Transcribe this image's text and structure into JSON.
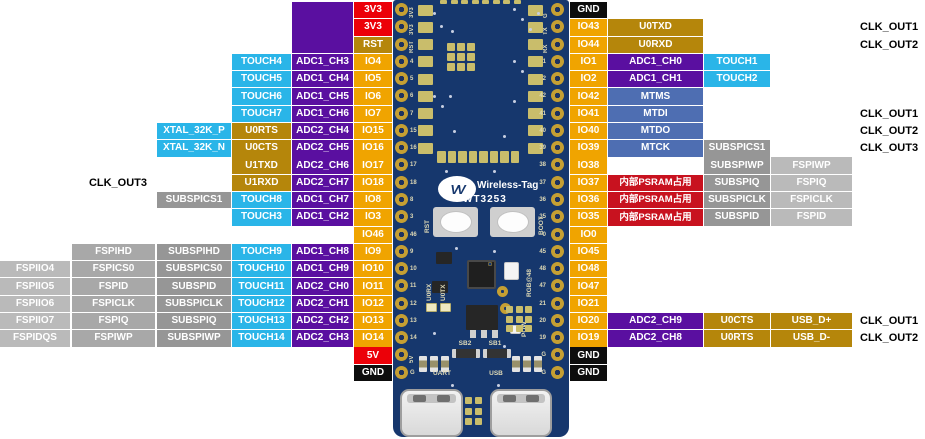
{
  "colors": {
    "red": "#ec0008",
    "orange": "#f0a400",
    "gold": "#b5860b",
    "purple": "#5a0fa0",
    "cyan": "#2ab5e8",
    "blue": "#4e6eb2",
    "crimson": "#c8121f",
    "black": "#0d0d0d",
    "grayDark": "#969696",
    "grayMid": "#a8a8a8",
    "grayLight": "#bababa"
  },
  "left_rows": [
    {
      "io": [
        "3V3",
        "red"
      ]
    },
    {
      "io": [
        "3V3",
        "red"
      ]
    },
    {
      "io": [
        "RST",
        "gold"
      ]
    },
    {
      "io": [
        "IO4",
        "orange"
      ],
      "adc": [
        "ADC1_CH3",
        "purple"
      ],
      "touch": [
        "TOUCH4",
        "cyan"
      ]
    },
    {
      "io": [
        "IO5",
        "orange"
      ],
      "adc": [
        "ADC1_CH4",
        "purple"
      ],
      "touch": [
        "TOUCH5",
        "cyan"
      ]
    },
    {
      "io": [
        "IO6",
        "orange"
      ],
      "adc": [
        "ADC1_CH5",
        "purple"
      ],
      "touch": [
        "TOUCH6",
        "cyan"
      ]
    },
    {
      "io": [
        "IO7",
        "orange"
      ],
      "adc": [
        "ADC1_CH6",
        "purple"
      ],
      "touch": [
        "TOUCH7",
        "cyan"
      ]
    },
    {
      "io": [
        "IO15",
        "orange"
      ],
      "adc": [
        "ADC2_CH4",
        "purple"
      ],
      "touch": [
        "U0RTS",
        "gold"
      ],
      "sub": [
        "XTAL_32K_P",
        "cyan"
      ]
    },
    {
      "io": [
        "IO16",
        "orange"
      ],
      "adc": [
        "ADC2_CH5",
        "purple"
      ],
      "touch": [
        "U0CTS",
        "gold"
      ],
      "sub": [
        "XTAL_32K_N",
        "cyan"
      ]
    },
    {
      "io": [
        "IO17",
        "orange"
      ],
      "adc": [
        "ADC2_CH6",
        "purple"
      ],
      "touch": [
        "U1TXD",
        "gold"
      ]
    },
    {
      "io": [
        "IO18",
        "orange"
      ],
      "adc": [
        "ADC2_CH7",
        "purple"
      ],
      "touch": [
        "U1RXD",
        "gold"
      ],
      "note": "CLK_OUT3"
    },
    {
      "io": [
        "IO8",
        "orange"
      ],
      "adc": [
        "ADC1_CH7",
        "purple"
      ],
      "touch": [
        "TOUCH8",
        "cyan"
      ],
      "sub": [
        "SUBSPICS1",
        "grayDark"
      ]
    },
    {
      "io": [
        "IO3",
        "orange"
      ],
      "adc": [
        "ADC1_CH2",
        "purple"
      ],
      "touch": [
        "TOUCH3",
        "cyan"
      ]
    },
    {
      "io": [
        "IO46",
        "orange"
      ]
    },
    {
      "io": [
        "IO9",
        "orange"
      ],
      "adc": [
        "ADC1_CH8",
        "purple"
      ],
      "touch": [
        "TOUCH9",
        "cyan"
      ],
      "sub": [
        "SUBSPIHD",
        "grayDark"
      ],
      "fspi": [
        "FSPIHD",
        "grayMid"
      ]
    },
    {
      "io": [
        "IO10",
        "orange"
      ],
      "adc": [
        "ADC1_CH9",
        "purple"
      ],
      "touch": [
        "TOUCH10",
        "cyan"
      ],
      "sub": [
        "SUBSPICS0",
        "grayDark"
      ],
      "fspi": [
        "FSPICS0",
        "grayMid"
      ],
      "fspiio": [
        "FSPIIO4",
        "grayLight"
      ]
    },
    {
      "io": [
        "IO11",
        "orange"
      ],
      "adc": [
        "ADC2_CH0",
        "purple"
      ],
      "touch": [
        "TOUCH11",
        "cyan"
      ],
      "sub": [
        "SUBSPID",
        "grayDark"
      ],
      "fspi": [
        "FSPID",
        "grayMid"
      ],
      "fspiio": [
        "FSPIIO5",
        "grayLight"
      ]
    },
    {
      "io": [
        "IO12",
        "orange"
      ],
      "adc": [
        "ADC2_CH1",
        "purple"
      ],
      "touch": [
        "TOUCH12",
        "cyan"
      ],
      "sub": [
        "SUBSPICLK",
        "grayDark"
      ],
      "fspi": [
        "FSPICLK",
        "grayMid"
      ],
      "fspiio": [
        "FSPIIO6",
        "grayLight"
      ]
    },
    {
      "io": [
        "IO13",
        "orange"
      ],
      "adc": [
        "ADC2_CH2",
        "purple"
      ],
      "touch": [
        "TOUCH13",
        "cyan"
      ],
      "sub": [
        "SUBSPIQ",
        "grayDark"
      ],
      "fspi": [
        "FSPIQ",
        "grayMid"
      ],
      "fspiio": [
        "FSPIIO7",
        "grayLight"
      ]
    },
    {
      "io": [
        "IO14",
        "orange"
      ],
      "adc": [
        "ADC2_CH3",
        "purple"
      ],
      "touch": [
        "TOUCH14",
        "cyan"
      ],
      "sub": [
        "SUBSPIWP",
        "grayDark"
      ],
      "fspi": [
        "FSPIWP",
        "grayMid"
      ],
      "fspiio": [
        "FSPIDQS",
        "grayLight"
      ]
    },
    {
      "io": [
        "5V",
        "red"
      ]
    },
    {
      "io": [
        "GND",
        "black"
      ]
    }
  ],
  "right_rows": [
    {
      "io": [
        "GND",
        "black"
      ]
    },
    {
      "io": [
        "IO43",
        "orange"
      ],
      "c2": [
        "U0TXD",
        "gold"
      ],
      "note": "CLK_OUT1"
    },
    {
      "io": [
        "IO44",
        "orange"
      ],
      "c2": [
        "U0RXD",
        "gold"
      ],
      "note": "CLK_OUT2"
    },
    {
      "io": [
        "IO1",
        "orange"
      ],
      "c2": [
        "ADC1_CH0",
        "purple"
      ],
      "c3": [
        "TOUCH1",
        "cyan"
      ]
    },
    {
      "io": [
        "IO2",
        "orange"
      ],
      "c2": [
        "ADC1_CH1",
        "purple"
      ],
      "c3": [
        "TOUCH2",
        "cyan"
      ]
    },
    {
      "io": [
        "IO42",
        "orange"
      ],
      "c2": [
        "MTMS",
        "blue"
      ]
    },
    {
      "io": [
        "IO41",
        "orange"
      ],
      "c2": [
        "MTDI",
        "blue"
      ],
      "note": "CLK_OUT1"
    },
    {
      "io": [
        "IO40",
        "orange"
      ],
      "c2": [
        "MTDO",
        "blue"
      ],
      "note": "CLK_OUT2"
    },
    {
      "io": [
        "IO39",
        "orange"
      ],
      "c2": [
        "MTCK",
        "blue"
      ],
      "c3": [
        "SUBSPICS1",
        "grayDark"
      ],
      "note": "CLK_OUT3"
    },
    {
      "io": [
        "IO38",
        "orange"
      ],
      "c3": [
        "SUBSPIWP",
        "grayDark"
      ],
      "c4": [
        "FSPIWP",
        "grayLight"
      ]
    },
    {
      "io": [
        "IO37",
        "orange"
      ],
      "c2": [
        "内部PSRAM占用",
        "crimson"
      ],
      "c3": [
        "SUBSPIQ",
        "grayDark"
      ],
      "c4": [
        "FSPIQ",
        "grayLight"
      ]
    },
    {
      "io": [
        "IO36",
        "orange"
      ],
      "c2": [
        "内部PSRAM占用",
        "crimson"
      ],
      "c3": [
        "SUBSPICLK",
        "grayDark"
      ],
      "c4": [
        "FSPICLK",
        "grayLight"
      ]
    },
    {
      "io": [
        "IO35",
        "orange"
      ],
      "c2": [
        "内部PSRAM占用",
        "crimson"
      ],
      "c3": [
        "SUBSPID",
        "grayDark"
      ],
      "c4": [
        "FSPID",
        "grayLight"
      ]
    },
    {
      "io": [
        "IO0",
        "orange"
      ]
    },
    {
      "io": [
        "IO45",
        "orange"
      ]
    },
    {
      "io": [
        "IO48",
        "orange"
      ]
    },
    {
      "io": [
        "IO47",
        "orange"
      ]
    },
    {
      "io": [
        "IO21",
        "orange"
      ]
    },
    {
      "io": [
        "IO20",
        "orange"
      ],
      "c2": [
        "ADC2_CH9",
        "purple"
      ],
      "c3": [
        "U0CTS",
        "gold"
      ],
      "c4": [
        "USB_D+",
        "gold"
      ],
      "note": "CLK_OUT1"
    },
    {
      "io": [
        "IO19",
        "orange"
      ],
      "c2": [
        "ADC2_CH8",
        "purple"
      ],
      "c3": [
        "U0RTS",
        "gold"
      ],
      "c4": [
        "USB_D-",
        "gold"
      ],
      "note": "CLK_OUT2"
    },
    {
      "io": [
        "GND",
        "black"
      ]
    },
    {
      "io": [
        "GND",
        "black"
      ]
    }
  ],
  "board": {
    "brand": "Wireless-Tag",
    "model": "WT3253",
    "logo_mark": "VV",
    "rst_button": "RST",
    "boot_button": "BOOT",
    "sb2": "SB2",
    "sb1": "SB1",
    "uart_port": "UART",
    "usb_port": "USB",
    "u0rx_led": "U0RX",
    "u0tx_led": "U0TX",
    "pow_led": "POW",
    "rgb_led": "RGB@48",
    "pin_silk_left": [
      "3V3",
      "3V3",
      "RST",
      "4",
      "5",
      "6",
      "7",
      "15",
      "16",
      "17",
      "18",
      "8",
      "3",
      "46",
      "9",
      "10",
      "11",
      "12",
      "13",
      "14",
      "5V",
      "G"
    ],
    "pin_silk_right": [
      "G",
      "TX",
      "RX",
      "1",
      "2",
      "42",
      "41",
      "40",
      "39",
      "38",
      "37",
      "36",
      "35",
      "0",
      "45",
      "48",
      "47",
      "21",
      "20",
      "19",
      "G",
      "G"
    ]
  }
}
